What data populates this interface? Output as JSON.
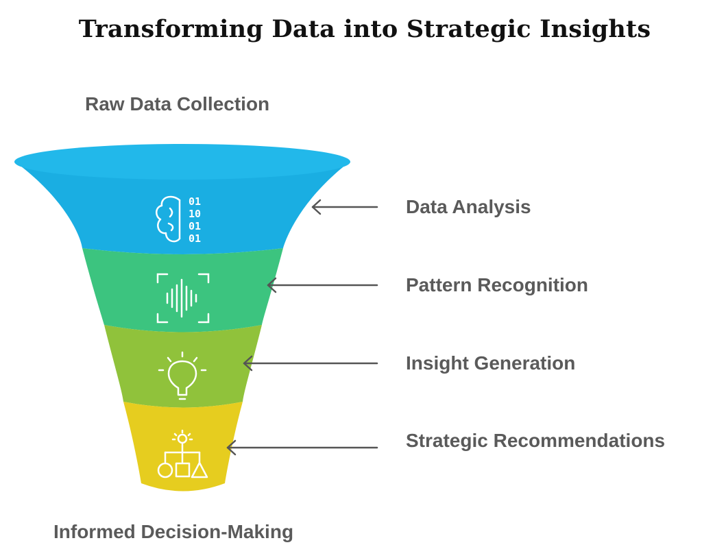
{
  "title": "Transforming Data into Strategic Insights",
  "top_label": "Raw Data Collection",
  "bottom_label": "Informed Decision-Making",
  "stages": [
    {
      "label": "Data Analysis",
      "color": "#1aaee2",
      "icon": "binary-brain-icon"
    },
    {
      "label": "Pattern Recognition",
      "color": "#3cc47f",
      "icon": "sound-wave-scan-icon"
    },
    {
      "label": "Insight Generation",
      "color": "#90c23b",
      "icon": "lightbulb-icon"
    },
    {
      "label": "Strategic Recommendations",
      "color": "#e6cd1f",
      "icon": "decision-flowchart-icon"
    }
  ],
  "rim_color": "#22b8ea",
  "arrow_color": "#555555",
  "label_color": "#5a5a5a"
}
